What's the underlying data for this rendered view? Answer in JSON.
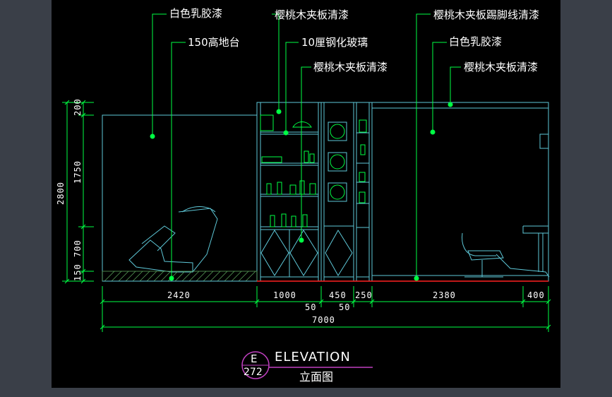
{
  "callouts": {
    "white_latex_1": "白色乳胶漆",
    "platform_150": "150高地台",
    "cherry_wood_1": "樱桃木夹板清漆",
    "glass_10mm": "10厘钢化玻璃",
    "cherry_wood_2": "樱桃木夹板清漆",
    "cherry_skirting": "樱桃木夹板踢脚线清漆",
    "white_latex_2": "白色乳胶漆",
    "cherry_wood_3": "樱桃木夹板清漆"
  },
  "dims_horizontal": {
    "d2420": "2420",
    "d1000": "1000",
    "d450": "450",
    "d250": "250",
    "d2380": "2380",
    "d400": "400",
    "d50a": "50",
    "d50b": "50",
    "d7000": "7000"
  },
  "dims_vertical": {
    "d200": "200",
    "d1750": "1750",
    "d700": "700",
    "d150": "150",
    "d2800": "2800"
  },
  "title_block": {
    "ref_letter": "E",
    "ref_number": "272",
    "title_en": "ELEVATION",
    "title_cn": "立面图"
  },
  "colors": {
    "background": "#000000",
    "frame": "#3a3f48",
    "outline": "#5ec8d8",
    "leader": "#00ff44",
    "text": "#ffffff",
    "floor": "#ff2020",
    "title_line": "#c040c0"
  }
}
